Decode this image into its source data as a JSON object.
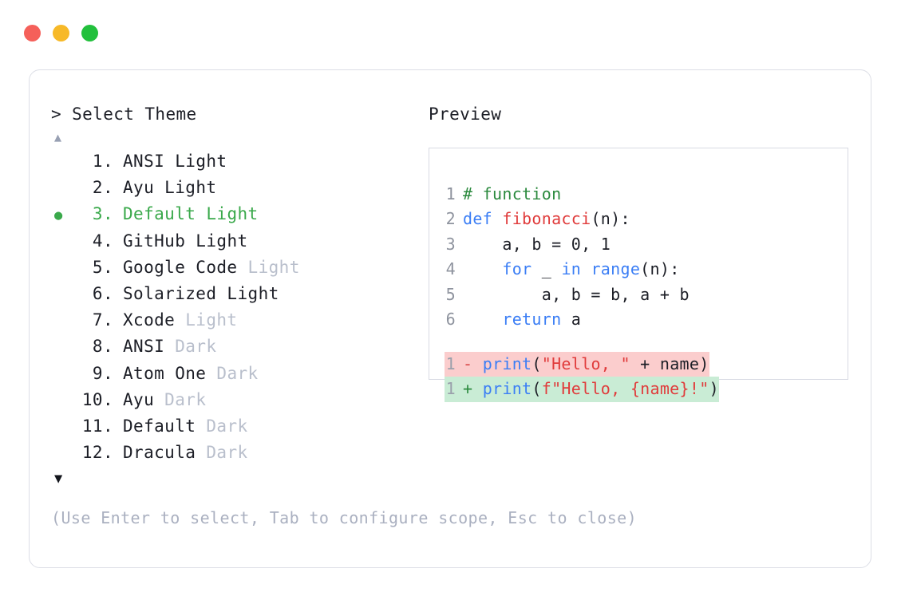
{
  "window": {
    "traffic_lights": [
      {
        "name": "close-button",
        "color": "#f5605a"
      },
      {
        "name": "minimize-button",
        "color": "#f7b928"
      },
      {
        "name": "maximize-button",
        "color": "#22c03c"
      }
    ]
  },
  "selector": {
    "prompt": "> Select Theme",
    "scroll_up_glyph": "▲",
    "scroll_down_glyph": "▼",
    "selected_bullet": "●",
    "selected_index": 3,
    "accent_color": "#3aa94b",
    "items": [
      {
        "number": "1.",
        "name": "ANSI",
        "suffix": "Light",
        "suffix_dim": false,
        "selected": false
      },
      {
        "number": "2.",
        "name": "Ayu",
        "suffix": "Light",
        "suffix_dim": false,
        "selected": false
      },
      {
        "number": "3.",
        "name": "Default",
        "suffix": "Light",
        "suffix_dim": false,
        "selected": true
      },
      {
        "number": "4.",
        "name": "GitHub",
        "suffix": "Light",
        "suffix_dim": false,
        "selected": false
      },
      {
        "number": "5.",
        "name": "Google Code",
        "suffix": "Light",
        "suffix_dim": true,
        "selected": false
      },
      {
        "number": "6.",
        "name": "Solarized",
        "suffix": "Light",
        "suffix_dim": false,
        "selected": false
      },
      {
        "number": "7.",
        "name": "Xcode",
        "suffix": "Light",
        "suffix_dim": true,
        "selected": false
      },
      {
        "number": "8.",
        "name": "ANSI",
        "suffix": "Dark",
        "suffix_dim": true,
        "selected": false
      },
      {
        "number": "9.",
        "name": "Atom One",
        "suffix": "Dark",
        "suffix_dim": true,
        "selected": false
      },
      {
        "number": "10.",
        "name": "Ayu",
        "suffix": "Dark",
        "suffix_dim": true,
        "selected": false
      },
      {
        "number": "11.",
        "name": "Default",
        "suffix": "Dark",
        "suffix_dim": true,
        "selected": false
      },
      {
        "number": "12.",
        "name": "Dracula",
        "suffix": "Dark",
        "suffix_dim": true,
        "selected": false
      }
    ],
    "hint": "(Use Enter to select, Tab to configure scope, Esc to close)"
  },
  "preview": {
    "title": "Preview",
    "code_lines": [
      {
        "num": "1",
        "tokens": [
          {
            "t": "# function",
            "c": "comment"
          }
        ]
      },
      {
        "num": "2",
        "tokens": [
          {
            "t": "def ",
            "c": "kw"
          },
          {
            "t": "fibonacci",
            "c": "fn"
          },
          {
            "t": "(n):",
            "c": "plain"
          }
        ]
      },
      {
        "num": "3",
        "tokens": [
          {
            "t": "    a, b = 0, 1",
            "c": "plain"
          }
        ]
      },
      {
        "num": "4",
        "tokens": [
          {
            "t": "    ",
            "c": "plain"
          },
          {
            "t": "for",
            "c": "kw"
          },
          {
            "t": " _ ",
            "c": "plain"
          },
          {
            "t": "in range",
            "c": "kw"
          },
          {
            "t": "(n):",
            "c": "plain"
          }
        ]
      },
      {
        "num": "5",
        "tokens": [
          {
            "t": "        a, b = b, a + b",
            "c": "plain"
          }
        ]
      },
      {
        "num": "6",
        "tokens": [
          {
            "t": "    ",
            "c": "plain"
          },
          {
            "t": "return",
            "c": "kw"
          },
          {
            "t": " a",
            "c": "plain"
          }
        ]
      }
    ],
    "diff_lines": [
      {
        "num": "1",
        "kind": "del",
        "marker": "-",
        "bg": "#fbcdcd",
        "tokens": [
          {
            "t": "print",
            "c": "kw"
          },
          {
            "t": "(",
            "c": "plain"
          },
          {
            "t": "\"Hello, \"",
            "c": "str"
          },
          {
            "t": " + name)",
            "c": "plain"
          }
        ]
      },
      {
        "num": "1",
        "kind": "add",
        "marker": "+",
        "bg": "#c9ecd5",
        "tokens": [
          {
            "t": "print",
            "c": "kw"
          },
          {
            "t": "(",
            "c": "plain"
          },
          {
            "t": "f\"Hello, {name}!\"",
            "c": "str"
          },
          {
            "t": ")",
            "c": "plain"
          }
        ]
      }
    ]
  }
}
